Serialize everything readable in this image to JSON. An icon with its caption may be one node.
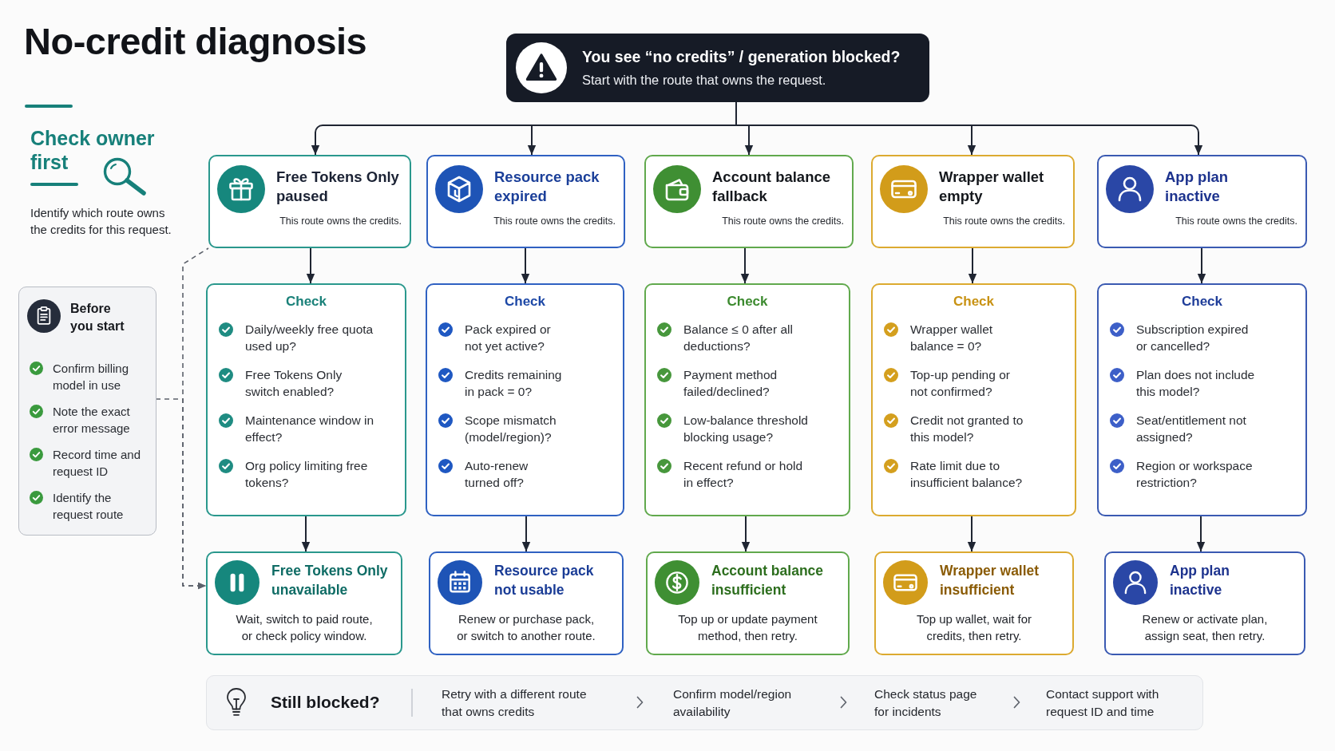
{
  "diagram": {
    "title": "No-credit diagnosis",
    "nodes": [
      {
        "text": [
          "You see “no credits” / generation blocked?",
          "Start with the route that owns the request."
        ]
      },
      {
        "text": [
          "Free Tokens Only paused",
          "This route owns the credits."
        ]
      },
      {
        "text": [
          "Resource pack expired",
          "This route owns the credits."
        ]
      },
      {
        "text": [
          "Account balance fallback",
          "This route owns the credits."
        ]
      },
      {
        "text": [
          "Wrapper wallet empty",
          "This route owns the credits."
        ]
      },
      {
        "text": [
          "App plan inactive",
          "This route owns the credits."
        ]
      },
      {
        "text": [
          "Before you start",
          "Confirm billing model in use",
          "Note the exact error message",
          "Record time and request ID",
          "Identify the request route"
        ]
      },
      {
        "text": [
          "Check",
          "Daily/weekly free quota used up?",
          "Free Tokens Only switch enabled?",
          "Maintenance window in effect?",
          "Org policy limiting free tokens?"
        ]
      },
      {
        "text": [
          "Check",
          "Pack expired or not yet active?",
          "Credits remaining in pack = 0?",
          "Scope mismatch (model/region)?",
          "Auto-renew turned off?"
        ]
      },
      {
        "text": [
          "Check",
          "Balance ≤ 0 after all deductions?",
          "Payment method failed/declined?",
          "Low-balance threshold blocking usage?",
          "Recent refund or hold in effect?"
        ]
      },
      {
        "text": [
          "Check",
          "Wrapper wallet balance = 0?",
          "Top-up pending or not confirmed?",
          "Credit not granted to this model?",
          "Rate limit due to insufficient balance?"
        ]
      },
      {
        "text": [
          "Check",
          "Subscription expired or cancelled?",
          "Plan does not include this model?",
          "Seat/entitlement not assigned?",
          "Region or workspace restriction?"
        ]
      },
      {
        "text": [
          "Free Tokens Only unavailable",
          "Wait, switch to paid route, or check policy window."
        ]
      },
      {
        "text": [
          "Resource pack not usable",
          "Renew or purchase pack, or switch to another route."
        ]
      },
      {
        "text": [
          "Account balance insufficient",
          "Top up or update payment method, then retry."
        ]
      },
      {
        "text": [
          "Wrapper wallet insufficient",
          "Top up wallet, wait for credits, then retry."
        ]
      },
      {
        "text": [
          "App plan inactive",
          "Renew or activate plan, assign seat, then retry."
        ]
      },
      {
        "text": [
          "Still blocked?",
          "Retry with a different route that owns credits",
          "Confirm model/region availability",
          "Check status page for incidents",
          "Contact support with request ID and time"
        ]
      }
    ],
    "edges": [
      {
        "from": 0,
        "to": 1,
        "arrow": "to"
      },
      {
        "from": 0,
        "to": 2,
        "arrow": "to"
      },
      {
        "from": 0,
        "to": 3,
        "arrow": "to"
      },
      {
        "from": 0,
        "to": 4,
        "arrow": "to"
      },
      {
        "from": 0,
        "to": 5,
        "arrow": "to"
      },
      {
        "from": 1,
        "to": 7,
        "arrow": "to"
      },
      {
        "from": 2,
        "to": 8,
        "arrow": "to"
      },
      {
        "from": 3,
        "to": 9,
        "arrow": "to"
      },
      {
        "from": 4,
        "to": 10,
        "arrow": "to"
      },
      {
        "from": 5,
        "to": 11,
        "arrow": "to"
      },
      {
        "from": 7,
        "to": 12,
        "arrow": "to"
      },
      {
        "from": 8,
        "to": 13,
        "arrow": "to"
      },
      {
        "from": 9,
        "to": 14,
        "arrow": "to"
      },
      {
        "from": 10,
        "to": 15,
        "arrow": "to"
      },
      {
        "from": 11,
        "to": 16,
        "arrow": "to"
      },
      {
        "from": 1,
        "to": 12,
        "arrow": "to",
        "style": "dashed"
      },
      {
        "from": 6,
        "to": 12,
        "arrow": "to",
        "style": "dashed"
      }
    ],
    "labels": [
      "Check owner first",
      "Identify which route owns the credits for this request."
    ]
  }
}
